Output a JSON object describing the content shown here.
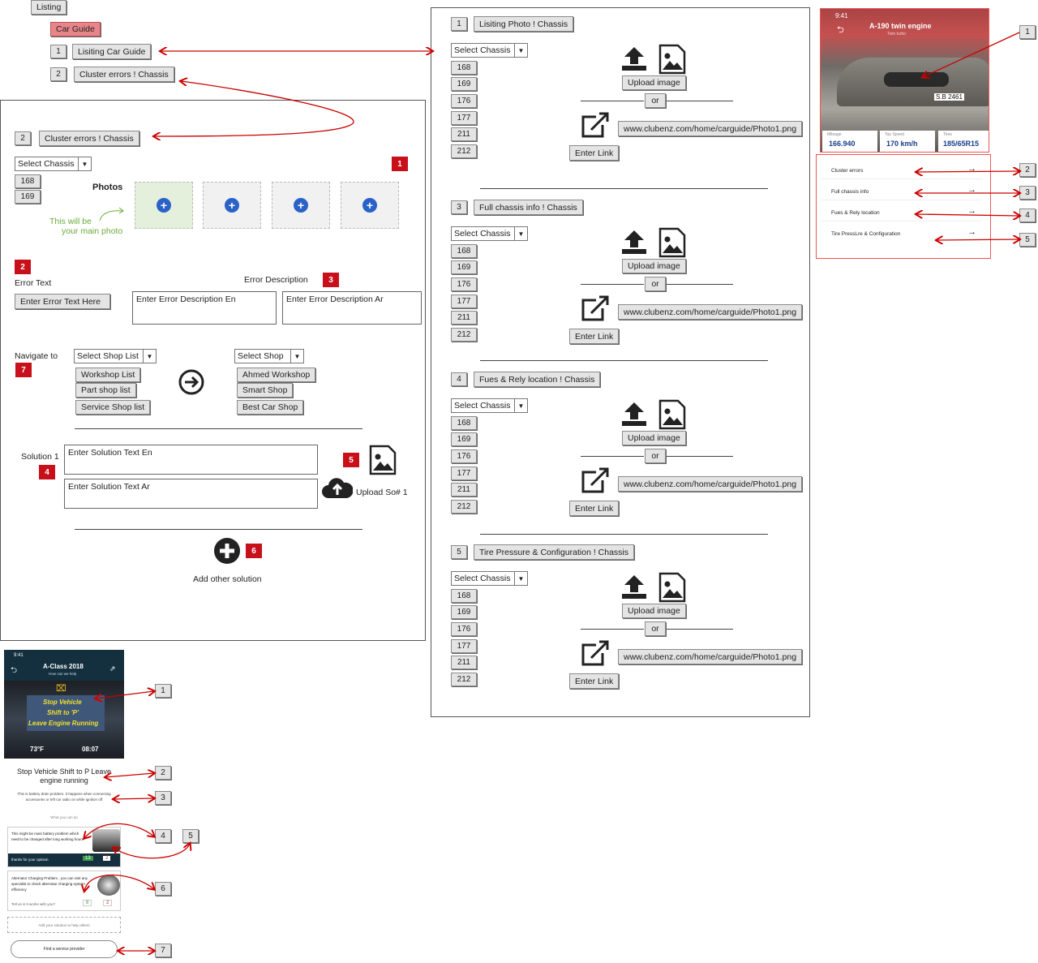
{
  "nav": {
    "listing": "Listing",
    "car_guide": "Car Guide",
    "item1_num": "1",
    "item1_label": "Lisiting Car Guide",
    "item2_num": "2",
    "item2_label": "Cluster errors ! Chassis"
  },
  "left_form": {
    "header_num": "2",
    "header_label": "Cluster errors ! Chassis",
    "select_chassis": "Select Chassis",
    "chassis": [
      "168",
      "169"
    ],
    "photos_label": "Photos",
    "main_photo_note_1": "This will be",
    "main_photo_note_2": "your main photo",
    "marker1": "1",
    "marker2": "2",
    "marker3": "3",
    "marker4": "4",
    "marker5": "5",
    "marker6": "6",
    "marker7": "7",
    "error_text_label": "Error Text",
    "error_text_placeholder": "Enter Error Text Here",
    "error_desc_label": "Error Description",
    "error_desc_en": "Enter Error Description En",
    "error_desc_ar": "Enter Error Description Ar",
    "navigate_to": "Navigate to",
    "select_shop_list": "Select Shop List",
    "shop_lists": [
      "Workshop List",
      "Part shop list",
      "Service Shop list"
    ],
    "select_shop": "Select Shop",
    "shops": [
      "Ahmed Workshop",
      "Smart Shop",
      "Best Car Shop"
    ],
    "solution_label": "Solution 1",
    "solution_en": "Enter Solution Text En",
    "solution_ar": "Enter Solution Text Ar",
    "upload_sol": "Upload So# 1",
    "add_other": "Add other solution"
  },
  "middle": {
    "sections": [
      {
        "num": "1",
        "title": "Lisiting Photo ! Chassis"
      },
      {
        "num": "3",
        "title": "Full chassis info ! Chassis"
      },
      {
        "num": "4",
        "title": "Fues & Rely location ! Chassis"
      },
      {
        "num": "5",
        "title": "Tire Pressure & Configuration  ! Chassis"
      }
    ],
    "select_chassis": "Select Chassis",
    "chassis": [
      "168",
      "169",
      "176",
      "177",
      "211",
      "212"
    ],
    "upload_image": "Upload image",
    "or": "or",
    "url": "www.clubenz.com/home/carguide/Photo1.png",
    "enter_link": "Enter Link"
  },
  "phone_right": {
    "time": "9:41",
    "title": "A-190 twin engine",
    "subtitle": "Twin turbo",
    "plate": "S.B 2461",
    "stats": [
      {
        "label": "Mileage",
        "value": "166.940"
      },
      {
        "label": "Top Speed",
        "value": "170 km/h"
      },
      {
        "label": "Tires",
        "value": "185/65R15"
      }
    ],
    "menu": [
      "Cluster errors",
      "Full chassis info",
      "Fues & Rely location",
      "Tire PressLre & Configuration"
    ],
    "callouts": [
      "1",
      "2",
      "3",
      "4",
      "5"
    ]
  },
  "phone_left": {
    "time": "9:41",
    "title": "A-Class 2018",
    "subtitle": "How can we help",
    "cluster_line1": "Stop Vehicle",
    "cluster_line2": "Shift to 'P'",
    "cluster_line3": "Leave Engine Running",
    "temp": "73°F",
    "clock": "08:07",
    "heading": "Stop Vehicle Shift to P Leave engine running",
    "desc": "This is battery drain problem. It happens when connecting accessories or left car radio on while ignition off",
    "what_you_can_do": "What you can do",
    "sol1_text": "This might be main battery problem which need to be changed after long working hours",
    "sol1_footer": "thanks for your opinion",
    "sol1_up": "13",
    "sol1_down": "2",
    "sol2_text": "Alternator Charging Problem , you can visit any specialist to check alternator charging system efficiency",
    "sol2_footer": "Tell us is it works with you?",
    "sol2_up": "8",
    "sol2_down": "2",
    "add_solution": "Add your solution to help others",
    "find_provider": "Find a service provider",
    "callouts": [
      "1",
      "2",
      "3",
      "4",
      "5",
      "6",
      "7"
    ]
  }
}
